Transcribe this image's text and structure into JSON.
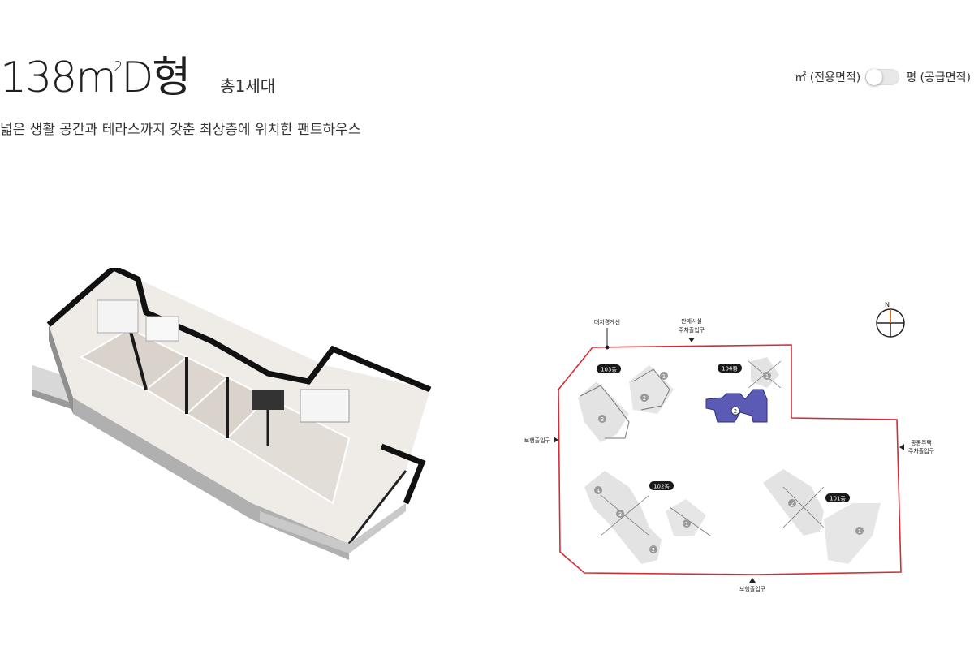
{
  "header": {
    "type_area": "138",
    "type_unit": "m",
    "type_unit_sup": "2",
    "type_suffix": "D형",
    "unit_count": "총1세대",
    "description": "넓은 생활 공간과 테라스까지 갖춘 최상층에 위치한 팬트하우스"
  },
  "area_toggle": {
    "left_unit": "㎡",
    "left_label": "(전용면적)",
    "right_unit": "평",
    "right_label": "(공급면적)",
    "state": "left"
  },
  "site_plan": {
    "compass": "N",
    "boundary_label": "대지경계선",
    "retail_label_1": "판매시설",
    "retail_label_2": "주차출입구",
    "west_pedestrian": "보행출입구",
    "east_label_1": "공동주택",
    "east_label_2": "주차출입구",
    "south_pedestrian": "보행출입구",
    "buildings": [
      {
        "name": "103동",
        "units": [
          "1",
          "2",
          "3"
        ]
      },
      {
        "name": "104동",
        "units": [
          "1",
          "2"
        ]
      },
      {
        "name": "102동",
        "units": [
          "1",
          "2",
          "3",
          "4"
        ]
      },
      {
        "name": "101동",
        "units": [
          "1",
          "2"
        ]
      }
    ],
    "highlight_color": "#5b5bb5",
    "boundary_color": "#d62b36"
  }
}
